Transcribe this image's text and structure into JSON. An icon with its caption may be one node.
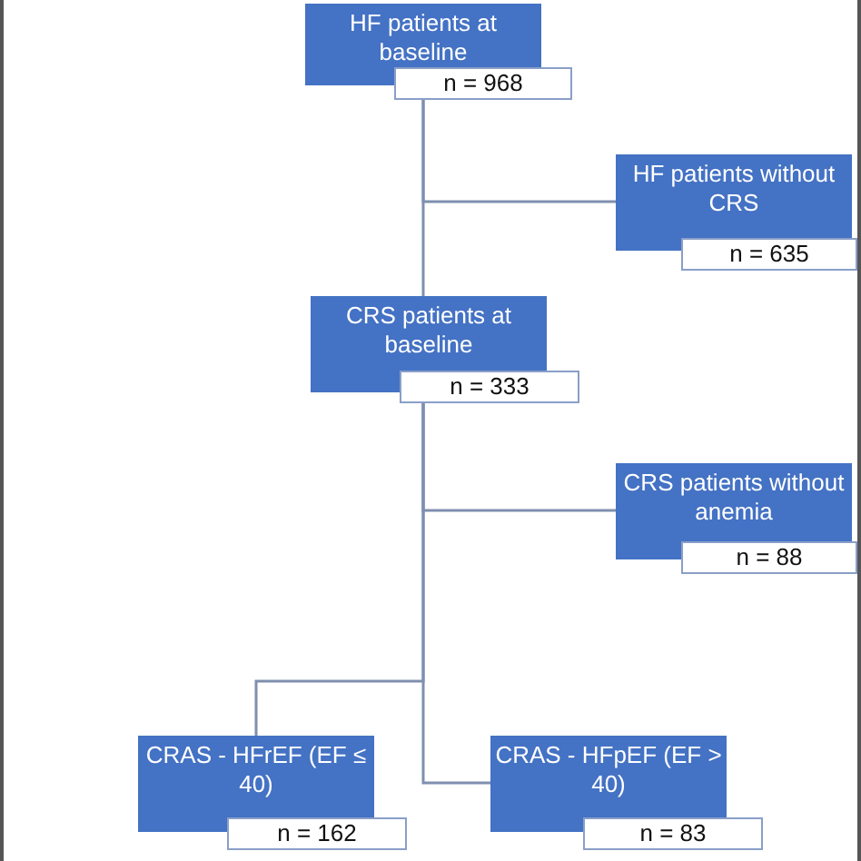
{
  "diagram": {
    "nodes": [
      {
        "text": [
          "HF patients at baseline",
          "n = 968"
        ]
      },
      {
        "text": [
          "HF patients without CRS",
          "n = 635"
        ]
      },
      {
        "text": [
          "CRS patients at baseline",
          "n = 333"
        ]
      },
      {
        "text": [
          "CRS patients without anemia",
          "n = 88"
        ]
      },
      {
        "text": [
          "CRAS - HFrEF (EF ≤ 40)",
          "n = 162"
        ]
      },
      {
        "text": [
          "CRAS - HFpEF (EF > 40)",
          "n = 83"
        ]
      }
    ],
    "edges": [
      {
        "from": 0,
        "to": 1,
        "arrow": "none"
      },
      {
        "from": 0,
        "to": 2,
        "arrow": "none"
      },
      {
        "from": 2,
        "to": 3,
        "arrow": "none"
      },
      {
        "from": 2,
        "to": 4,
        "arrow": "none"
      },
      {
        "from": 2,
        "to": 5,
        "arrow": "none"
      }
    ]
  }
}
